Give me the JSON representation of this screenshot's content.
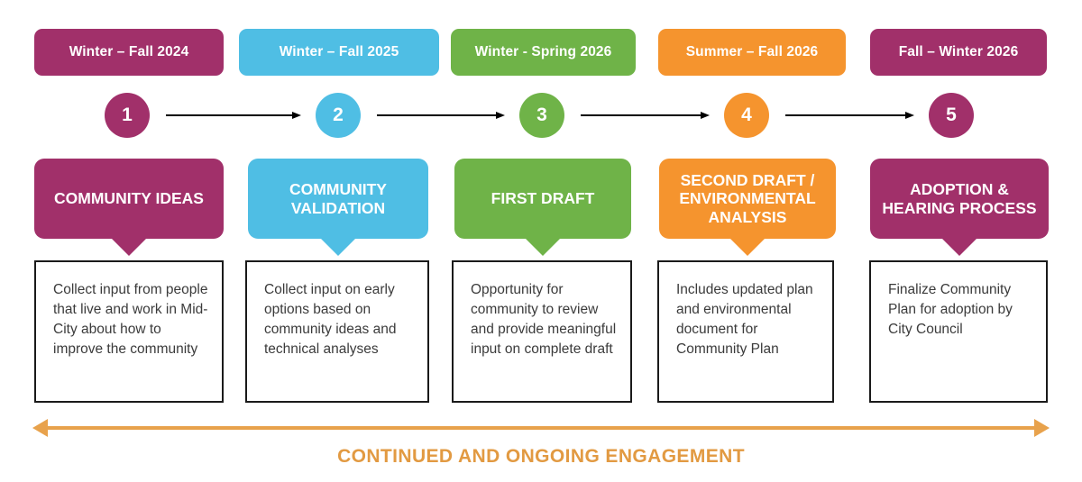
{
  "diagram": {
    "title_caption": "CONTINUED AND ONGOING ENGAGEMENT",
    "colors": {
      "plum": "#A1306A",
      "blue": "#4FBEE4",
      "green": "#6FB348",
      "orange": "#F5942E",
      "engagement_arrow": "#E8A24C",
      "engagement_text": "#E29A42",
      "box_border": "#1a1a1a",
      "box_text": "#3b3b3b"
    },
    "steps": [
      {
        "number": "1",
        "period": "Winter – Fall 2024",
        "phase": "COMMUNITY IDEAS",
        "description": "Collect input from people that live and work in Mid-City about how to improve the community",
        "color": "#A1306A"
      },
      {
        "number": "2",
        "period": "Winter – Fall 2025",
        "phase": "COMMUNITY VALIDATION",
        "description": "Collect input on early options based on community ideas and technical analyses",
        "color": "#4FBEE4"
      },
      {
        "number": "3",
        "period": "Winter - Spring 2026",
        "phase": "FIRST DRAFT",
        "description": "Opportunity for community to review and provide meaningful input on complete draft",
        "color": "#6FB348"
      },
      {
        "number": "4",
        "period": "Summer – Fall 2026",
        "phase": "SECOND DRAFT / ENVIRONMENTAL ANALYSIS",
        "description": "Includes updated plan and environmental document for Community Plan",
        "color": "#F5942E"
      },
      {
        "number": "5",
        "period": "Fall – Winter 2026",
        "phase": "ADOPTION & HEARING PROCESS",
        "description": "Finalize Community Plan for adoption by City Council",
        "color": "#A1306A"
      }
    ]
  }
}
